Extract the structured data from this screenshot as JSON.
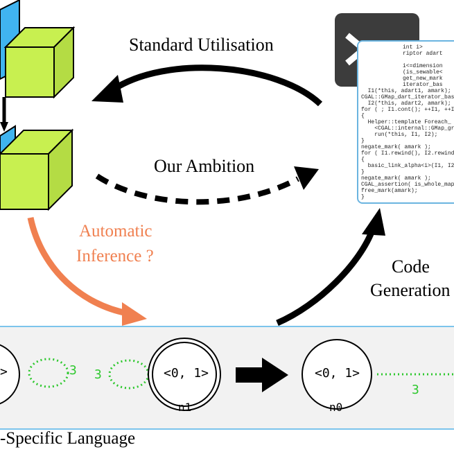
{
  "labels": {
    "standard_utilisation": "Standard Utilisation",
    "our_ambition": "Our Ambition",
    "automatic_inference_1": "Automatic",
    "automatic_inference_2": "Inference ?",
    "code_generation_1": "Code",
    "code_generation_2": "Generation",
    "dsl_caption": "-Specific Language"
  },
  "code_lines": [
    "int i>",
    "riptor adart",
    "",
    "i<=dimension",
    "(is_sewable<",
    "get_new_mark",
    "iterator_bas",
    "  I1(*this, adart1, amark);",
    "CGAL::GMap_dart_iterator_bas",
    "  I2(*this, adart2, amark);",
    "for ( ; I1.cont(); ++I1, ++I",
    "{",
    "  Helper::template Foreach_",
    "    <CGAL::internal::GMap_gr",
    "    run(*this, I1, I2);",
    "}",
    "negate_mark( amark );",
    "for ( I1.rewind(), I2.rewind",
    "{",
    "  basic_link_alpha<i>(I1, I2",
    "}",
    "negate_mark( amark );",
    "CGAL_assertion( is_whole_map",
    "free_mark(amark);",
    "}"
  ],
  "graph": {
    "node_partial_label": ">",
    "loop_left_label": "3",
    "loop_right_label": "3",
    "node1_label": "<0, 1>",
    "node1_name": "n1",
    "node0_label": "<0, 1>",
    "node0_name": "n0",
    "edge_label": "3"
  },
  "colors": {
    "cube_green": "#c8f050",
    "cube_blue": "#40b4f0",
    "orange_arrow": "#f08050",
    "dsl_border": "#7cc4ec",
    "graph_green": "#2ec82e",
    "code_keyword": "#2b55c8"
  },
  "icons": {
    "terminal": "terminal-icon"
  }
}
